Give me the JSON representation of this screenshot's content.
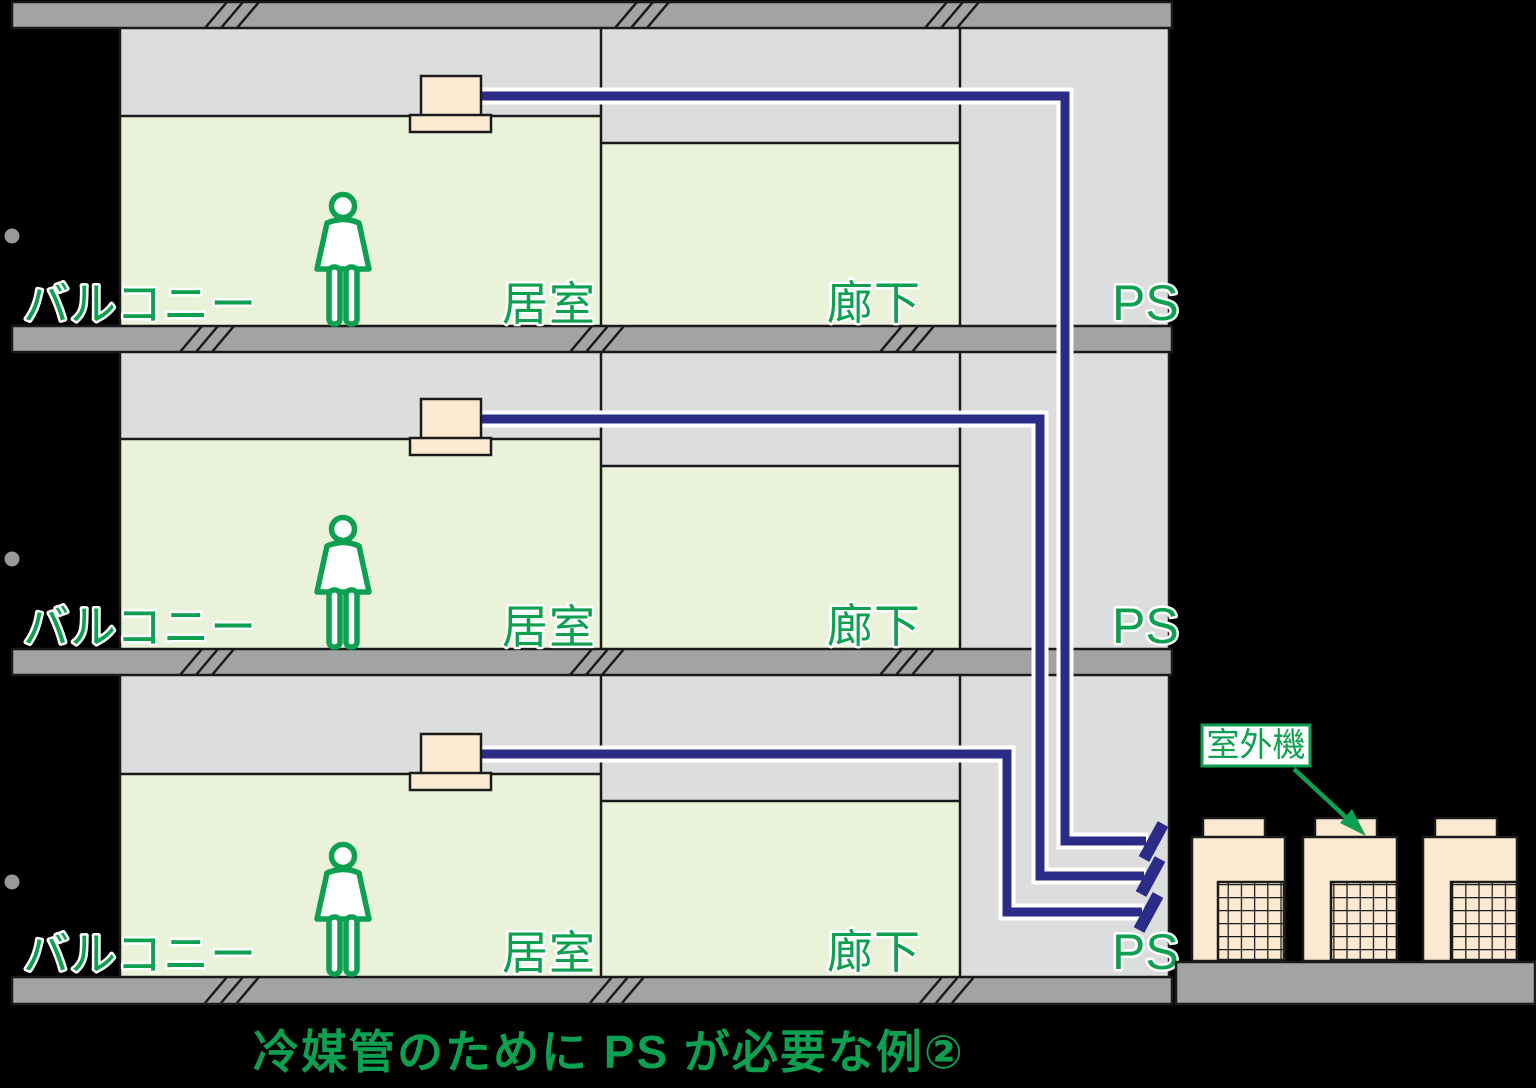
{
  "caption": "冷媒管のために PS が必要な例②",
  "floors": [
    {
      "balcony_label": "バルコニー",
      "room_label": "居室",
      "corridor_label": "廊下",
      "shaft_label": "PS"
    },
    {
      "balcony_label": "バルコニー",
      "room_label": "居室",
      "corridor_label": "廊下",
      "shaft_label": "PS"
    },
    {
      "balcony_label": "バルコニー",
      "room_label": "居室",
      "corridor_label": "廊下",
      "shaft_label": "PS"
    }
  ],
  "outdoor": {
    "label": "室外機",
    "unit_count": 3
  },
  "colors": {
    "green": "#0ea051",
    "navy": "#2b2c88",
    "slab": "#a2a3a3",
    "interior": "#dcdddd",
    "room": "#eaf3da",
    "beige": "#fbe9d1",
    "line": "#1a1a1a",
    "dot": "#999999"
  }
}
